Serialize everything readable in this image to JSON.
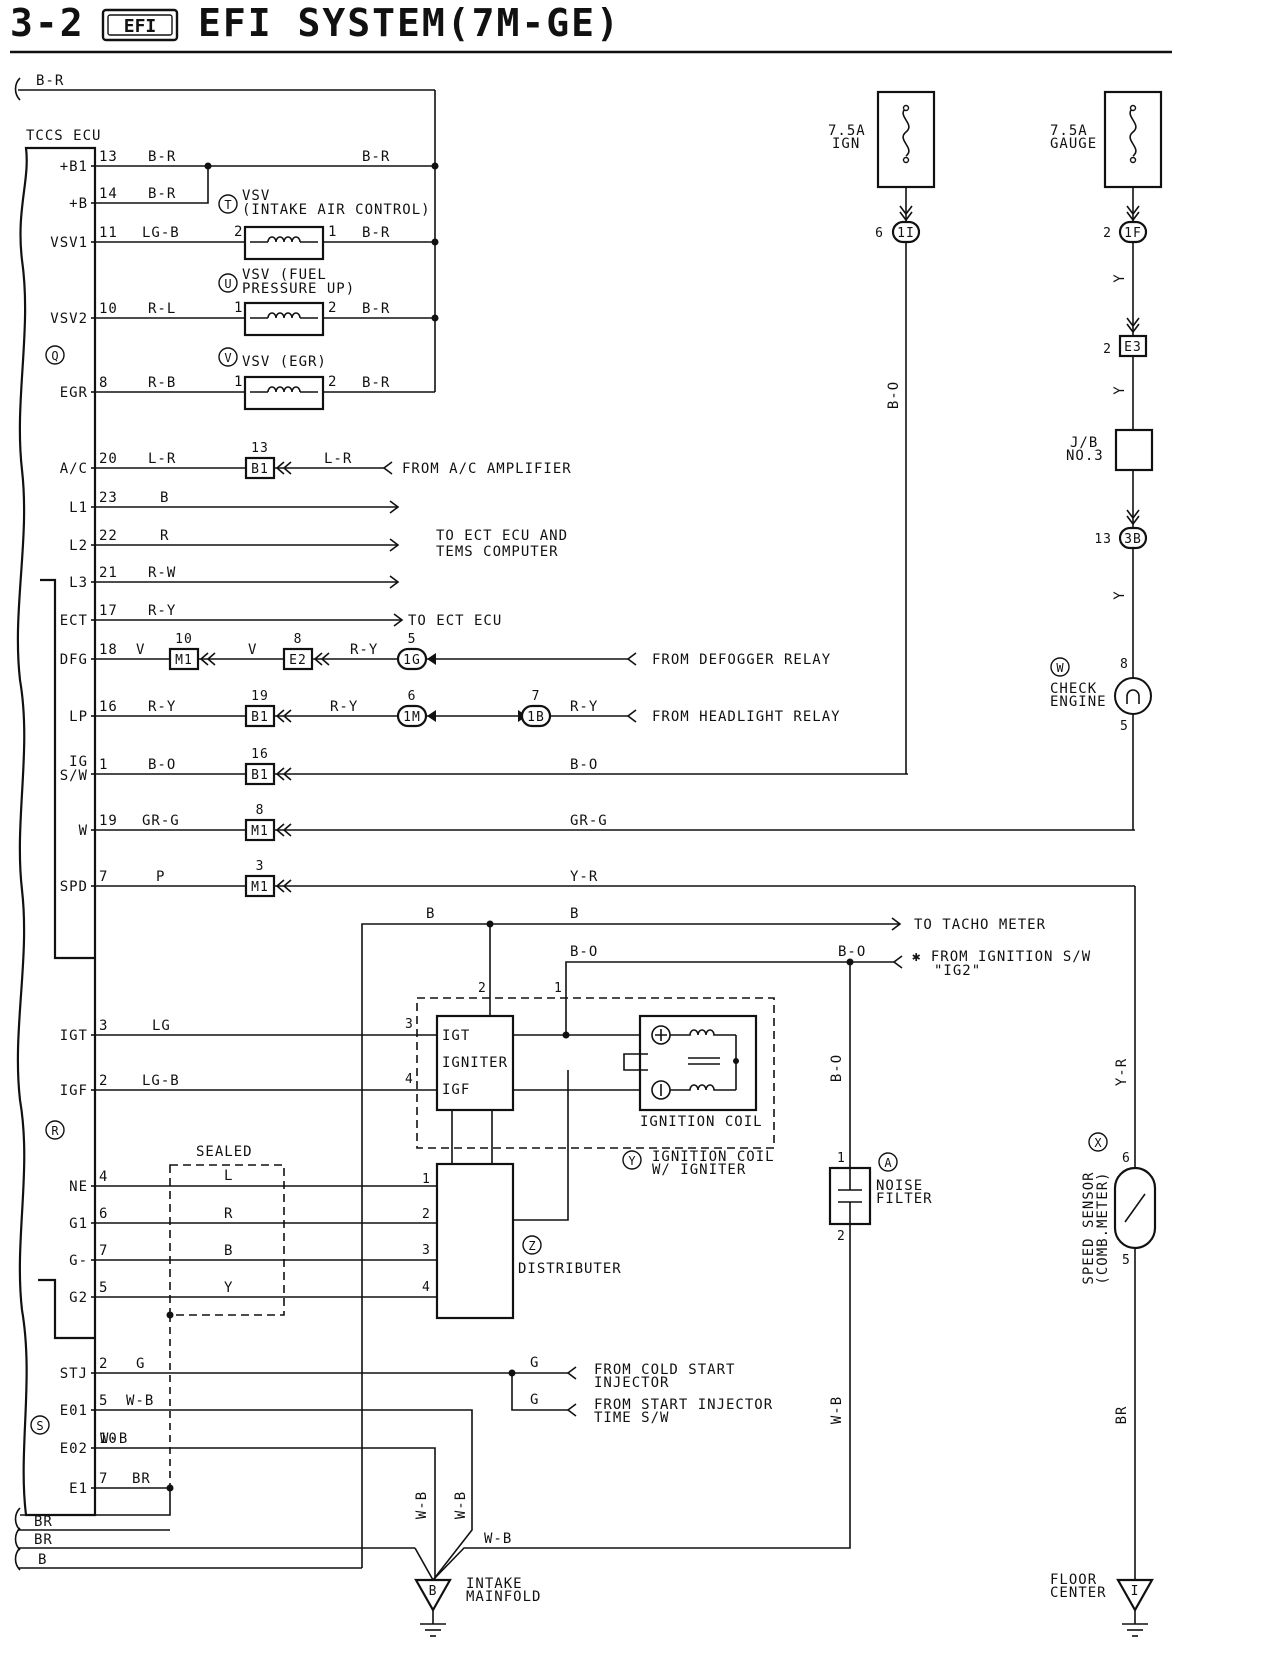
{
  "header": {
    "section": "3-2",
    "badge": "EFI",
    "title": "EFI SYSTEM(7M-GE)"
  },
  "ecu": {
    "name": "TCCS ECU",
    "group_q": "Q",
    "group_r": "R",
    "group_s": "S",
    "pins": [
      {
        "label": "+B1",
        "num": "13",
        "wire": "B-R"
      },
      {
        "label": "+B",
        "num": "14",
        "wire": "B-R"
      },
      {
        "label": "VSV1",
        "num": "11",
        "wire": "LG-B"
      },
      {
        "label": "VSV2",
        "num": "10",
        "wire": "R-L"
      },
      {
        "label": "EGR",
        "num": "8",
        "wire": "R-B"
      },
      {
        "label": "A/C",
        "num": "20",
        "wire": "L-R"
      },
      {
        "label": "L1",
        "num": "23",
        "wire": "B"
      },
      {
        "label": "L2",
        "num": "22",
        "wire": "R"
      },
      {
        "label": "L3",
        "num": "21",
        "wire": "R-W"
      },
      {
        "label": "ECT",
        "num": "17",
        "wire": "R-Y"
      },
      {
        "label": "DFG",
        "num": "18",
        "wire": "V"
      },
      {
        "label": "LP",
        "num": "16",
        "wire": "R-Y"
      },
      {
        "label": "IG",
        "label2": "S/W",
        "num": "1",
        "wire": "B-O"
      },
      {
        "label": "W",
        "num": "19",
        "wire": "GR-G"
      },
      {
        "label": "SPD",
        "num": "7",
        "wire": "P"
      },
      {
        "label": "IGT",
        "num": "3",
        "wire": "LG"
      },
      {
        "label": "IGF",
        "num": "2",
        "wire": "LG-B"
      },
      {
        "label": "NE",
        "num": "4",
        "wire": ""
      },
      {
        "label": "G1",
        "num": "6",
        "wire": ""
      },
      {
        "label": "G-",
        "num": "7",
        "wire": ""
      },
      {
        "label": "G2",
        "num": "5",
        "wire": ""
      },
      {
        "label": "STJ",
        "num": "2",
        "wire": "G"
      },
      {
        "label": "E01",
        "num": "5",
        "wire": "W-B"
      },
      {
        "label": "E02",
        "num": "10",
        "wire": "W-B"
      },
      {
        "label": "E1",
        "num": "7",
        "wire": "BR"
      }
    ]
  },
  "wires": {
    "top_feed": "B-R",
    "vsv_out": "B-R",
    "ac_in": "L-R",
    "dfg_mid": "V",
    "dfg_in": "R-Y",
    "lp_mid": "R-Y",
    "lp_in": "R-Y",
    "ig_sw": "B-O",
    "w_line": "GR-G",
    "spd_line": "Y-R",
    "tacho_b1": "B",
    "tacho_b2": "B",
    "bo_h1": "B-O",
    "bo_h2": "B-O",
    "bo_v": "B-O",
    "wb_v": "W-B",
    "ign_down": "B-O",
    "gauge_y1": "Y",
    "gauge_y2": "Y",
    "gauge_y3": "Y",
    "sensor_yr": "Y-R",
    "sensor_br": "BR",
    "stj_g1": "G",
    "stj_g2": "G",
    "gnd_wb1": "W-B",
    "gnd_wb2": "W-B",
    "gnd_wb3": "W-B",
    "left_br1": "BR",
    "left_br2": "BR",
    "left_b": "B",
    "cam_l": "L",
    "cam_r": "R",
    "cam_b": "B",
    "cam_y": "Y"
  },
  "components": {
    "vsv_t": {
      "id": "T",
      "line1": "VSV",
      "line2": "(INTAKE AIR CONTROL)",
      "pin_a": "2",
      "pin_b": "1"
    },
    "vsv_u": {
      "id": "U",
      "line1": "VSV (FUEL",
      "line2": "PRESSURE UP)",
      "pin_a": "1",
      "pin_b": "2"
    },
    "vsv_v": {
      "id": "V",
      "line1": "VSV (EGR)",
      "pin_a": "1",
      "pin_b": "2"
    },
    "fuse_ign": {
      "line1": "7.5A",
      "line2": "IGN"
    },
    "fuse_gauge": {
      "line1": "7.5A",
      "line2": "GAUGE"
    },
    "check_engine": {
      "id": "W",
      "line1": "CHECK",
      "line2": "ENGINE",
      "pin_top": "8",
      "pin_bot": "5"
    },
    "jb3": {
      "line1": "J/B",
      "line2": "NO.3"
    },
    "igniter": {
      "igt": "IGT",
      "mid": "IGNITER",
      "igf": "IGF",
      "pin_igt": "3",
      "pin_igf": "4",
      "pin_2": "2",
      "pin_1": "1"
    },
    "ignition_coil": {
      "label": "IGNITION COIL"
    },
    "coil_assembly": {
      "id": "Y",
      "line1": "IGNITION COIL",
      "line2": "W/ IGNITER"
    },
    "distributor": {
      "id": "Z",
      "label": "DISTRIBUTER",
      "pins": [
        "1",
        "2",
        "3",
        "4"
      ]
    },
    "noise_filter": {
      "id": "A",
      "line1": "NOISE",
      "line2": "FILTER",
      "pin_top": "1",
      "pin_bot": "2"
    },
    "speed_sensor": {
      "id": "X",
      "line1": "SPEED SENSOR",
      "line2": "(COMB.METER)",
      "pin_top": "6",
      "pin_bot": "5"
    },
    "sealed": {
      "label": "SEALED"
    },
    "ground_b": {
      "id": "B",
      "line1": "INTAKE",
      "line2": "MAINFOLD"
    },
    "ground_i": {
      "id": "I",
      "line1": "FLOOR",
      "line2": "CENTER"
    }
  },
  "connectors": {
    "c_1i": {
      "id": "1I",
      "pin": "6"
    },
    "c_1f": {
      "id": "1F",
      "pin": "2"
    },
    "c_e3": {
      "id": "E3",
      "pin": "2"
    },
    "c_3b": {
      "id": "3B",
      "pin": "13"
    },
    "ac_b1": {
      "id": "B1",
      "pin": "13"
    },
    "dfg_m1": {
      "id": "M1",
      "pin": "10"
    },
    "dfg_e2": {
      "id": "E2",
      "pin": "8"
    },
    "dfg_1g": {
      "id": "1G",
      "pin": "5"
    },
    "lp_b1": {
      "id": "B1",
      "pin": "19"
    },
    "lp_1m": {
      "id": "1M",
      "pin": "6"
    },
    "lp_1b": {
      "id": "1B",
      "pin": "7"
    },
    "ig_b1": {
      "id": "B1",
      "pin": "16"
    },
    "w_m1": {
      "id": "M1",
      "pin": "8"
    },
    "spd_m1": {
      "id": "M1",
      "pin": "3"
    }
  },
  "notes": {
    "from_ac": "FROM A/C AMPLIFIER",
    "to_ect_tems_1": "TO ECT ECU AND",
    "to_ect_tems_2": "TEMS COMPUTER",
    "to_ect": "TO ECT ECU",
    "from_defogger": "FROM DEFOGGER RELAY",
    "from_headlight": "FROM HEADLIGHT RELAY",
    "to_tacho": "TO TACHO METER",
    "from_ig_1": "✱ FROM IGNITION S/W",
    "from_ig_2": "\"IG2\"",
    "from_cold_1": "FROM COLD START",
    "from_cold_2": "INJECTOR",
    "from_start_1": "FROM START INJECTOR",
    "from_start_2": "TIME S/W"
  }
}
